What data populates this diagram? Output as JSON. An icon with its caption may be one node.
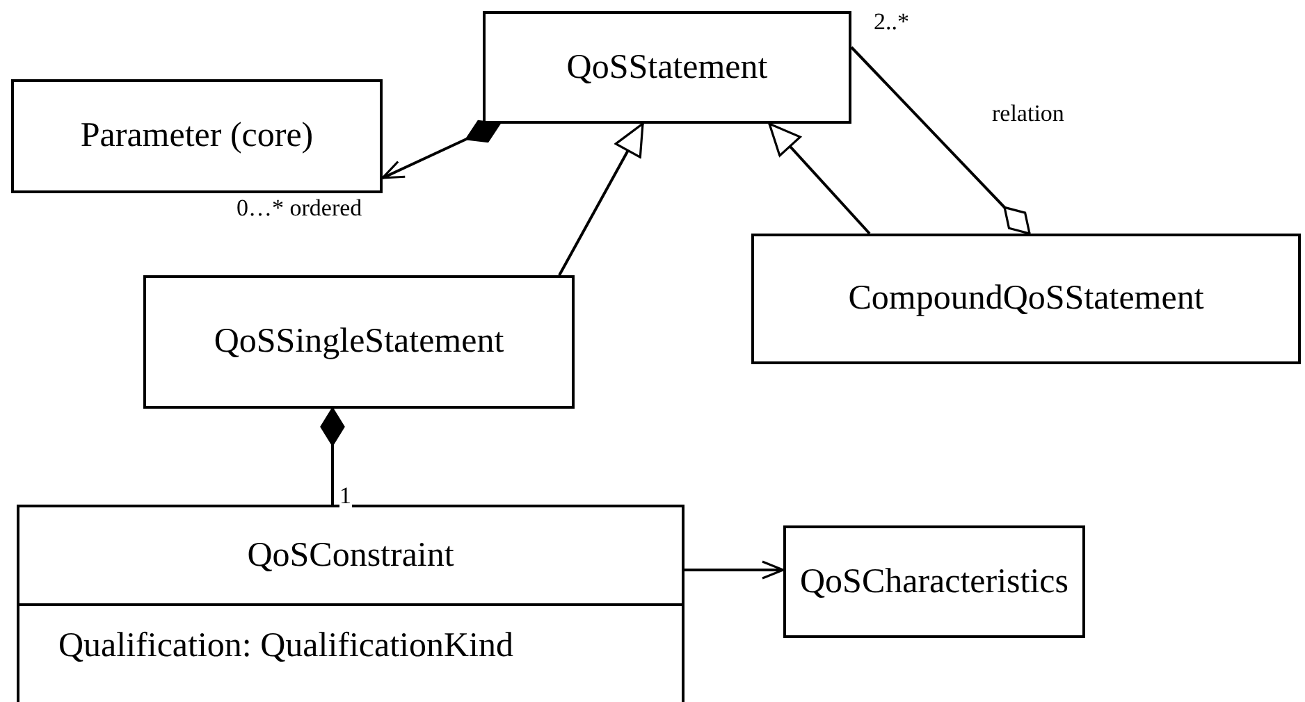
{
  "diagram": {
    "nodes": [
      {
        "text": [
          "QoSStatement"
        ]
      },
      {
        "text": [
          "Parameter (core)"
        ]
      },
      {
        "text": [
          "CompoundQoSStatement"
        ]
      },
      {
        "text": [
          "QoSSingleStatement"
        ]
      },
      {
        "text": [
          "QoSConstraint",
          "Qualification: QualificationKind"
        ]
      },
      {
        "text": [
          "QoSCharacteristics"
        ]
      }
    ],
    "edges": [
      {
        "from": 0,
        "to": 1,
        "arrow": "to",
        "label": "0…* ordered"
      },
      {
        "from": 3,
        "to": 0,
        "arrow": "to"
      },
      {
        "from": 2,
        "to": 0,
        "arrow": "to"
      },
      {
        "from": 0,
        "to": 2,
        "arrow": "other",
        "label": "relation"
      },
      {
        "from": 3,
        "to": 4,
        "arrow": "other",
        "label": "1"
      },
      {
        "from": 4,
        "to": 5,
        "arrow": "to"
      }
    ],
    "labels": [
      "2..*"
    ]
  }
}
